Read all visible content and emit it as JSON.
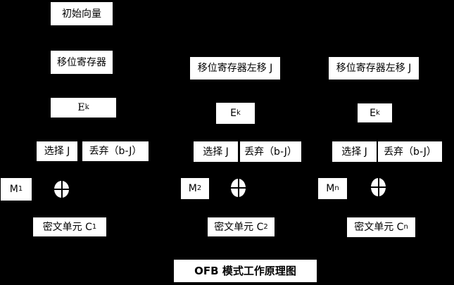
{
  "diagram": {
    "title": "OFB 模式工作原理图",
    "colors": {
      "background": "#000000",
      "box_fill": "#ffffff",
      "text": "#000000"
    },
    "icons": {
      "xor": "xor-circle (circle with plus cross)"
    },
    "columns": [
      {
        "iv_label": "初始向量",
        "shift_label": "移位寄存器",
        "e": {
          "base": "E",
          "sub": "k"
        },
        "select_label": "选择 J",
        "discard_label": "丢弃（b-J）",
        "m": {
          "base": "M",
          "sub": "1"
        },
        "cipher": {
          "base": "密文单元 C",
          "sub": "1"
        }
      },
      {
        "shift_label": "移位寄存器左移 J",
        "e": {
          "base": "E",
          "sub": "k"
        },
        "select_label": "选择 J",
        "discard_label": "丢弃（b-J）",
        "m": {
          "base": "M",
          "sub": "2"
        },
        "cipher": {
          "base": "密文单元 C",
          "sub": "2"
        }
      },
      {
        "shift_label": "移位寄存器左移 J",
        "e": {
          "base": "E",
          "sub": "k"
        },
        "select_label": "选择 J",
        "discard_label": "丢弃（b-J）",
        "m": {
          "base": "M",
          "sub": "n"
        },
        "cipher": {
          "base": "密文单元 C",
          "sub": "n"
        }
      }
    ]
  }
}
